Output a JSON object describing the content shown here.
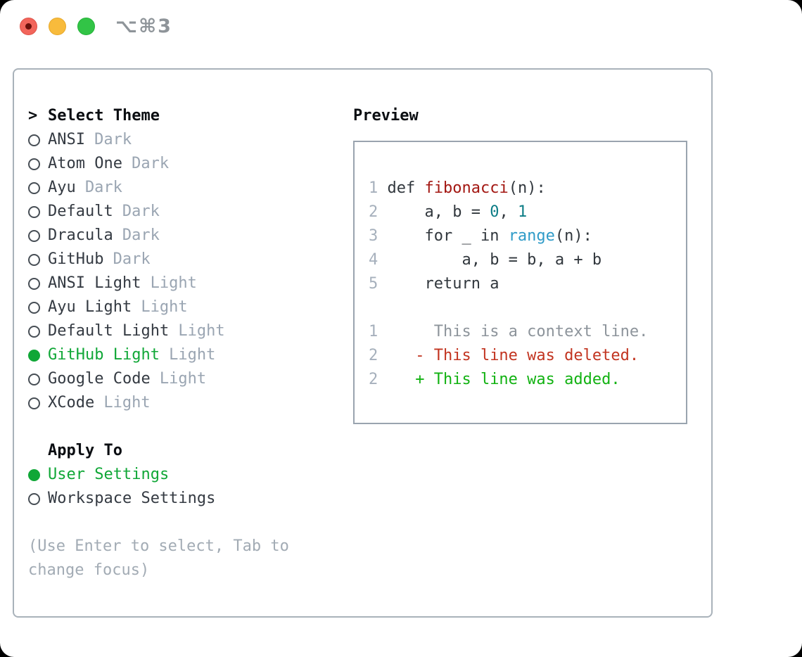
{
  "window": {
    "shortcut_label": "⌥⌘3",
    "traffic_lights": [
      "close",
      "minimize",
      "zoom"
    ]
  },
  "theme_picker": {
    "prompt_char": ">",
    "title": "Select Theme",
    "items": [
      {
        "name": "ANSI",
        "variant": "Dark",
        "selected": false
      },
      {
        "name": "Atom One",
        "variant": "Dark",
        "selected": false
      },
      {
        "name": "Ayu",
        "variant": "Dark",
        "selected": false
      },
      {
        "name": "Default",
        "variant": "Dark",
        "selected": false
      },
      {
        "name": "Dracula",
        "variant": "Dark",
        "selected": false
      },
      {
        "name": "GitHub",
        "variant": "Dark",
        "selected": false
      },
      {
        "name": "ANSI Light",
        "variant": "Light",
        "selected": false
      },
      {
        "name": "Ayu Light",
        "variant": "Light",
        "selected": false
      },
      {
        "name": "Default Light",
        "variant": "Light",
        "selected": false
      },
      {
        "name": "GitHub Light",
        "variant": "Light",
        "selected": true
      },
      {
        "name": "Google Code",
        "variant": "Light",
        "selected": false
      },
      {
        "name": "XCode",
        "variant": "Light",
        "selected": false
      }
    ],
    "apply_to": {
      "title": "Apply To",
      "options": [
        {
          "label": "User Settings",
          "selected": true
        },
        {
          "label": "Workspace Settings",
          "selected": false
        }
      ]
    },
    "hint": "(Use Enter to select, Tab to change focus)"
  },
  "preview": {
    "title": "Preview",
    "code_lines": [
      {
        "n": "1",
        "segs": [
          {
            "t": " def ",
            "k": "code"
          },
          {
            "t": "fibonacci",
            "k": "func"
          },
          {
            "t": "(n):",
            "k": "code"
          }
        ]
      },
      {
        "n": "2",
        "segs": [
          {
            "t": "     a, b = ",
            "k": "code"
          },
          {
            "t": "0",
            "k": "num"
          },
          {
            "t": ", ",
            "k": "code"
          },
          {
            "t": "1",
            "k": "num"
          }
        ]
      },
      {
        "n": "3",
        "segs": [
          {
            "t": "     for _ in ",
            "k": "code"
          },
          {
            "t": "range",
            "k": "builtin"
          },
          {
            "t": "(n):",
            "k": "code"
          }
        ]
      },
      {
        "n": "4",
        "segs": [
          {
            "t": "         a, b = b, a + b",
            "k": "code"
          }
        ]
      },
      {
        "n": "5",
        "segs": [
          {
            "t": "     return a",
            "k": "code"
          }
        ]
      }
    ],
    "diff_lines": [
      {
        "n": "1",
        "text": "      This is a context line.",
        "kind": "context"
      },
      {
        "n": "2",
        "text": "    - This line was deleted.",
        "kind": "deleted"
      },
      {
        "n": "2",
        "text": "    + This line was added.",
        "kind": "added"
      }
    ]
  },
  "colors": {
    "accent_green": "#10a737",
    "added_green": "#12b212",
    "deleted_red": "#c23420",
    "context_gray": "#8d949b",
    "function_red": "#a31712",
    "number_teal": "#0d7d86",
    "builtin_blue": "#2f9bc8",
    "code_ink": "#31373d",
    "muted_gray": "#9aa5b2",
    "line_number_gray": "#a6b0bc",
    "panel_border": "#a9b2ba",
    "traffic_red": "#f2655b",
    "traffic_yellow": "#f8bb3c",
    "traffic_green": "#32c446"
  }
}
